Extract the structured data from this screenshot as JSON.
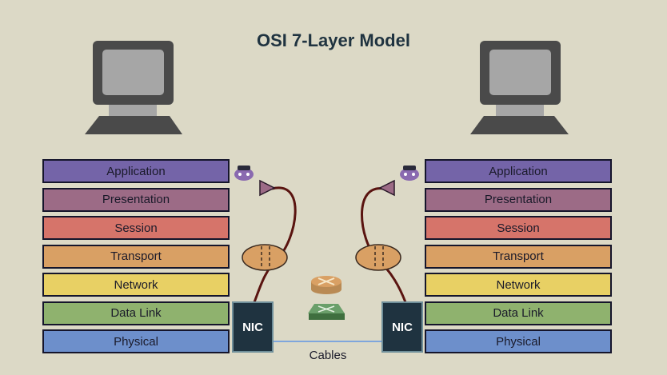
{
  "title": "OSI 7-Layer Model",
  "layers": [
    {
      "label": "Application",
      "color": "#7464a8"
    },
    {
      "label": "Presentation",
      "color": "#9c6b86"
    },
    {
      "label": "Session",
      "color": "#d6746a"
    },
    {
      "label": "Transport",
      "color": "#d9a064"
    },
    {
      "label": "Network",
      "color": "#e8d064"
    },
    {
      "label": "Data Link",
      "color": "#8fb26e"
    },
    {
      "label": "Physical",
      "color": "#6d8fcb"
    }
  ],
  "nic_label": "NIC",
  "cables_label": "Cables",
  "colors": {
    "background": "#dcd9c6",
    "nic_fill": "#1f3340",
    "cable": "#7fa6dc",
    "wire": "#5a1410",
    "ellipse": "#d9a064",
    "router": "#d9a064",
    "switch": "#4f7f4f",
    "monitor": "#4a4a4a"
  },
  "icons": [
    "computer-icon",
    "user-icon",
    "router-icon",
    "switch-icon",
    "plug-icon"
  ]
}
